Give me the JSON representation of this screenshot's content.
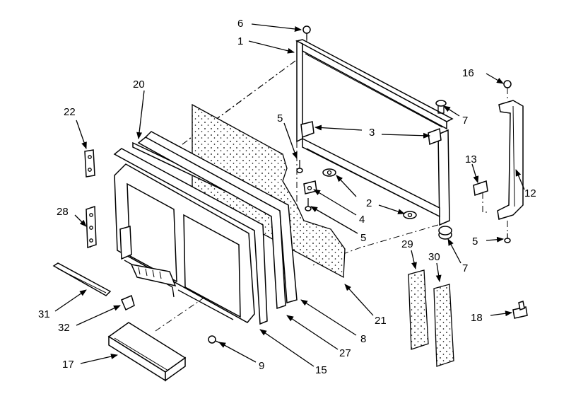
{
  "callouts": [
    {
      "id": "c1",
      "text": "1"
    },
    {
      "id": "c2",
      "text": "2"
    },
    {
      "id": "c3",
      "text": "3"
    },
    {
      "id": "c4",
      "text": "4"
    },
    {
      "id": "c5a",
      "text": "5"
    },
    {
      "id": "c5b",
      "text": "5"
    },
    {
      "id": "c5c",
      "text": "5"
    },
    {
      "id": "c6",
      "text": "6"
    },
    {
      "id": "c7a",
      "text": "7"
    },
    {
      "id": "c7b",
      "text": "7"
    },
    {
      "id": "c8",
      "text": "8"
    },
    {
      "id": "c9",
      "text": "9"
    },
    {
      "id": "c12",
      "text": "12"
    },
    {
      "id": "c13",
      "text": "13"
    },
    {
      "id": "c15",
      "text": "15"
    },
    {
      "id": "c16",
      "text": "16"
    },
    {
      "id": "c17",
      "text": "17"
    },
    {
      "id": "c18",
      "text": "18"
    },
    {
      "id": "c20",
      "text": "20"
    },
    {
      "id": "c21",
      "text": "21"
    },
    {
      "id": "c22",
      "text": "22"
    },
    {
      "id": "c27",
      "text": "27"
    },
    {
      "id": "c28",
      "text": "28"
    },
    {
      "id": "c29",
      "text": "29"
    },
    {
      "id": "c30",
      "text": "30"
    },
    {
      "id": "c31",
      "text": "31"
    },
    {
      "id": "c32",
      "text": "32"
    }
  ]
}
